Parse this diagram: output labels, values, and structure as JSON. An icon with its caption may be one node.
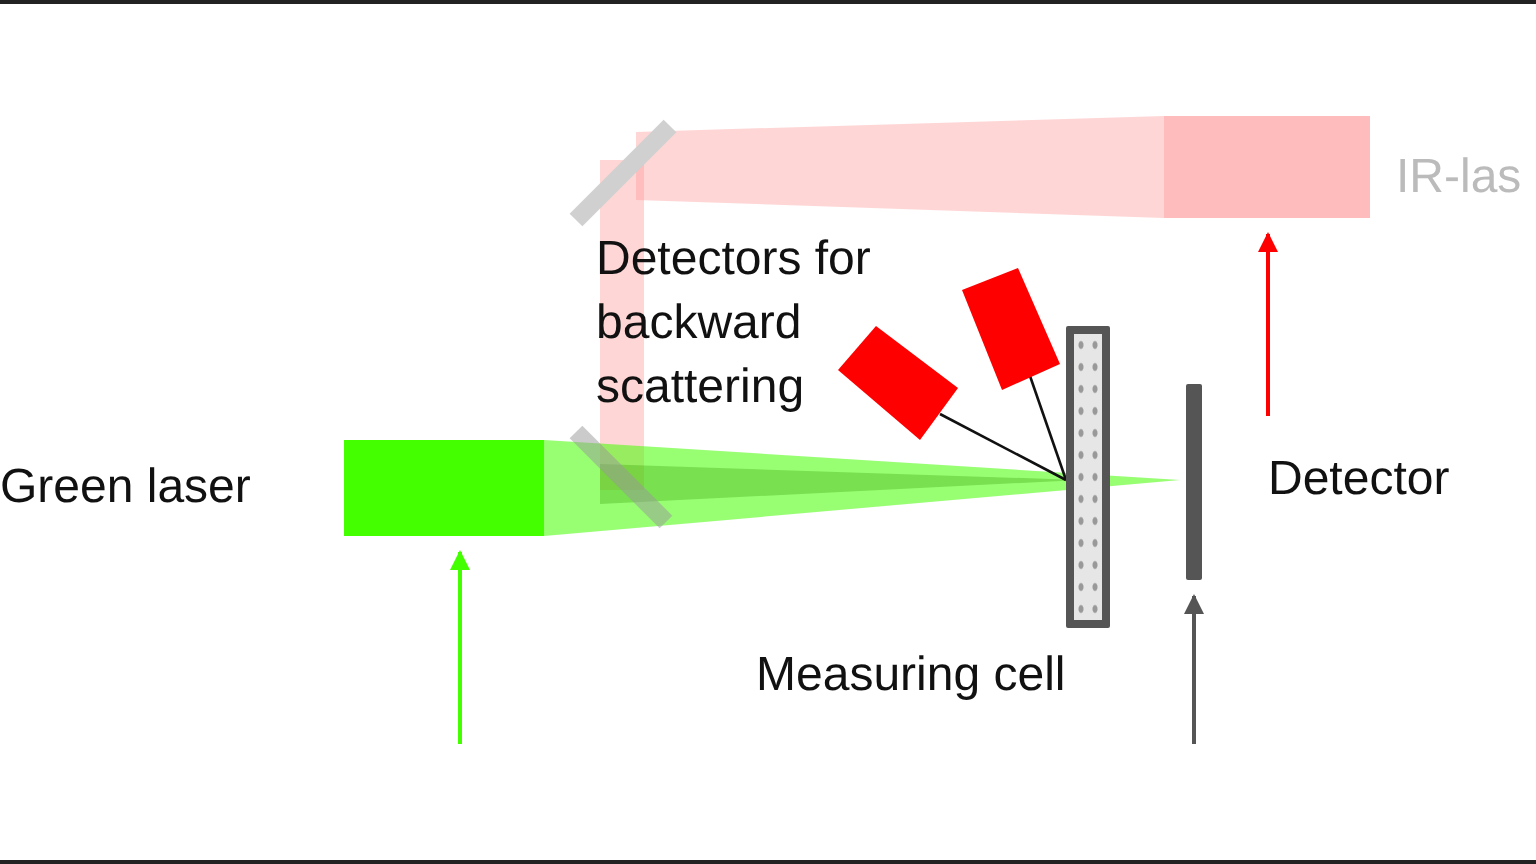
{
  "diagram": {
    "nodes": [
      {
        "text": [],
        "shape": "box",
        "beside": [
          "Green laser"
        ]
      },
      {
        "text": [],
        "shape": "box",
        "beside": [
          "IR-las"
        ]
      },
      {
        "text": [
          "Detectors for backward scattering"
        ]
      },
      {
        "text": [],
        "shape": "box"
      },
      {
        "text": [],
        "shape": "box"
      },
      {
        "text": [],
        "shape": "bar",
        "beside": [
          "Measuring cell"
        ]
      },
      {
        "text": [],
        "shape": "bar",
        "beside": [
          "Detector"
        ]
      }
    ],
    "edges": [
      {
        "from": 3,
        "to": 5,
        "arrow": "none"
      },
      {
        "from": 4,
        "to": 5,
        "arrow": "none"
      },
      {
        "from": null,
        "to": 0,
        "arrow": "to",
        "color": "#44ff00"
      },
      {
        "from": null,
        "to": 1,
        "arrow": "to",
        "color": "#ff0000"
      },
      {
        "from": null,
        "to": 6,
        "arrow": "to",
        "color": "#555555"
      }
    ]
  }
}
